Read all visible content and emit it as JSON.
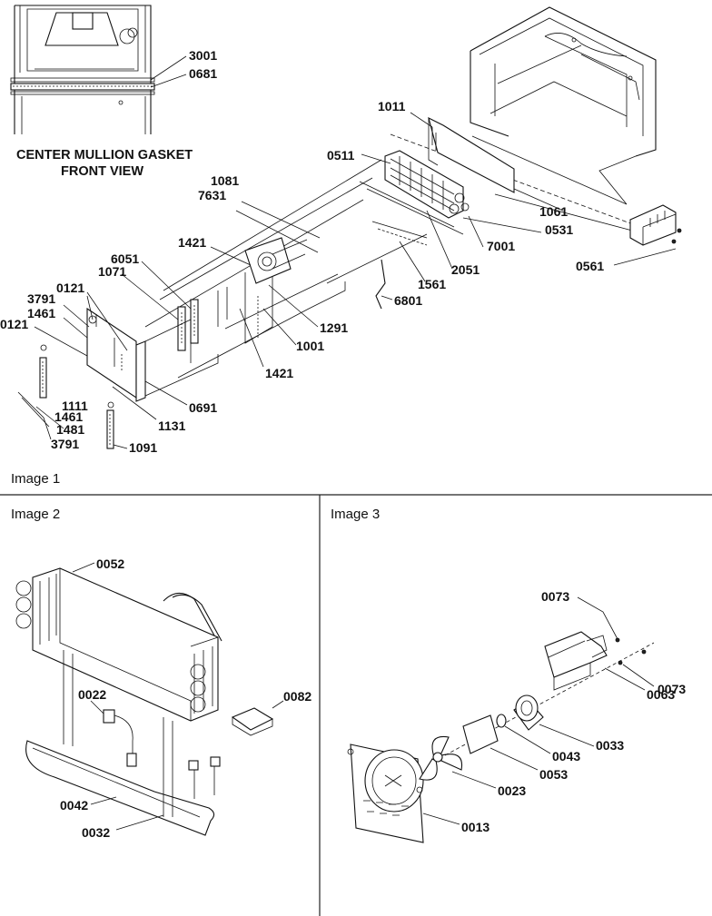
{
  "panels": {
    "image1": {
      "caption": "Image 1"
    },
    "image2": {
      "caption": "Image 2"
    },
    "image3": {
      "caption": "Image 3"
    }
  },
  "gasket_title": {
    "line1": "CENTER MULLION GASKET",
    "line2": "FRONT VIEW"
  },
  "callouts": {
    "p3001": "3001",
    "p0681": "0681",
    "p1011": "1011",
    "p0511": "0511",
    "p1081": "1081",
    "p7631": "7631",
    "p1421a": "1421",
    "p6051": "6051",
    "p1071": "1071",
    "p0121a": "0121",
    "p3791a": "3791",
    "p1461a": "1461",
    "p0121b": "0121",
    "p1061": "1061",
    "p0531": "0531",
    "p7001": "7001",
    "p2051": "2051",
    "p1561": "1561",
    "p6801": "6801",
    "p0561": "0561",
    "p1291": "1291",
    "p1001": "1001",
    "p1421b": "1421",
    "p0691": "0691",
    "p1111": "1111",
    "p1461b": "1461",
    "p1131": "1131",
    "p1481": "1481",
    "p3791b": "3791",
    "p1091": "1091",
    "p0052": "0052",
    "p0022": "0022",
    "p0082": "0082",
    "p0042": "0042",
    "p0032": "0032",
    "p0073a": "0073",
    "p0073b": "0073",
    "p0063": "0063",
    "p0033": "0033",
    "p0043": "0043",
    "p0053": "0053",
    "p0023": "0023",
    "p0013": "0013"
  }
}
